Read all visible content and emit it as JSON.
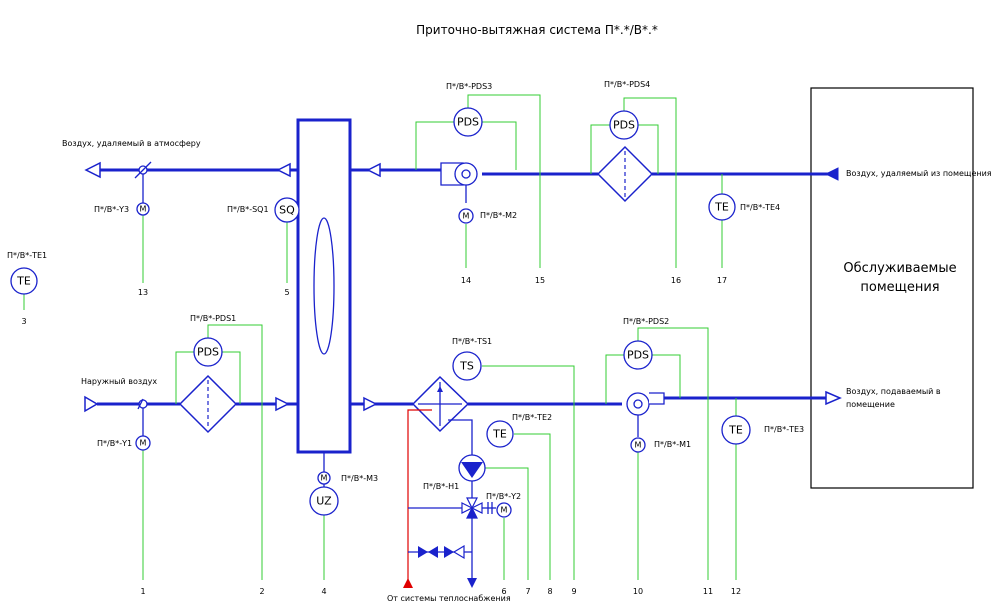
{
  "title": "Приточно-вытяжная система  П*.*/В*.*",
  "room": {
    "line1": "Обслуживаемые",
    "line2": "помещения"
  },
  "labels": {
    "exhaust_out": "Воздух, удаляемый в атмосферу",
    "outdoor_air": "Наружный воздух",
    "exhaust_in": "Воздух, удаляемый из помещения",
    "supply_line1": "Воздух, подаваемый в",
    "supply_line2": "помещение",
    "heat_source": "От системы теплоснабжения"
  },
  "tags": {
    "te1": "П*/В*-TE1",
    "pds3": "П*/В*-PDS3",
    "pds4": "П*/В*-PDS4",
    "y3": "П*/В*-Y3",
    "sq1": "П*/В*-SQ1",
    "m2": "П*/В*-M2",
    "te4": "П*/В*-TE4",
    "pds1": "П*/В*-PDS1",
    "pds2": "П*/В*-PDS2",
    "ts1": "П*/В*-TS1",
    "te2": "П*/В*-TE2",
    "y1": "П*/В*-Y1",
    "m3": "П*/В*-M3",
    "h1": "П*/В*-H1",
    "y2": "П*/В*-Y2",
    "m1": "П*/В*-M1",
    "te3": "П*/В*-TE3"
  },
  "devices": {
    "te": "TE",
    "pds": "PDS",
    "sq": "SQ",
    "ts": "TS",
    "uz": "UZ",
    "m": "M"
  },
  "numbers": [
    "1",
    "2",
    "3",
    "4",
    "5",
    "6",
    "7",
    "8",
    "9",
    "10",
    "11",
    "12",
    "13",
    "14",
    "15",
    "16",
    "17"
  ],
  "colors": {
    "duct": "#1a22cc",
    "signal": "#33cc33",
    "supply_heat": "#e00000"
  }
}
